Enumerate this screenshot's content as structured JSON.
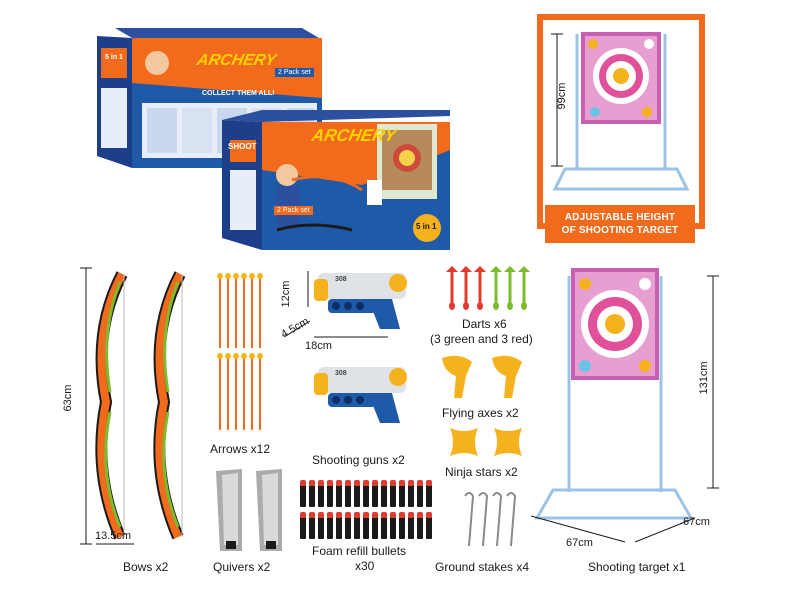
{
  "boxes": {
    "brand": "ARCHERY",
    "box_top_badge": "5 in 1",
    "box_top_pack": "2 Pack set",
    "box_top_banner": "COLLECT THEM ALL!",
    "box_front_badge": "5 in 1",
    "box_front_pack": "2 Pack set",
    "box_front_side": "SHOOT"
  },
  "callout": {
    "line1": "ADJUSTABLE HEIGHT",
    "line2": "OF SHOOTING TARGET",
    "height": "99cm"
  },
  "items": {
    "bows": {
      "label": "Bows x2",
      "height": "63cm",
      "width": "13.5cm"
    },
    "arrows": {
      "label": "Arrows x12"
    },
    "quivers": {
      "label": "Quivers x2"
    },
    "guns": {
      "label": "Shooting guns x2",
      "height": "12cm",
      "depth": "4.5cm",
      "length": "18cm",
      "gun_text": "308"
    },
    "bullets": {
      "label_line1": "Foam refill bullets",
      "label_line2": "x30"
    },
    "darts": {
      "label_line1": "Darts x6",
      "label_line2": "(3 green and 3 red)"
    },
    "axes": {
      "label": "Flying axes x2"
    },
    "stars": {
      "label": "Ninja stars x2"
    },
    "stakes": {
      "label": "Ground stakes x4"
    },
    "target": {
      "label": "Shooting target x1",
      "height": "131cm",
      "width": "67cm",
      "depth": "67cm"
    }
  },
  "colors": {
    "orange": "#f26a1b",
    "blue": "#1e5aa8",
    "pink": "#e0519a",
    "green": "#7dbb2e",
    "red": "#e23b2e",
    "yellow": "#f5b21d",
    "frame": "#9cc3e6"
  }
}
